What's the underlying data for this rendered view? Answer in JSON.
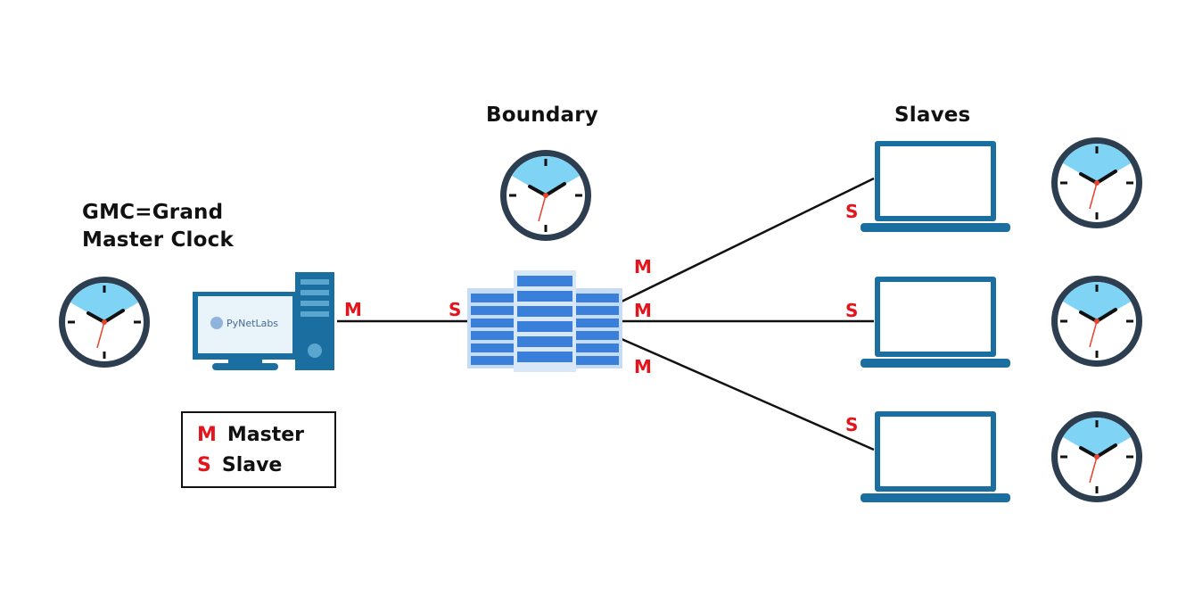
{
  "labels": {
    "gmc_line1": "GMC=Grand",
    "gmc_line2": "Master Clock",
    "boundary": "Boundary",
    "slaves": "Slaves",
    "computer_brand": "PyNetLabs"
  },
  "ports": {
    "master": "M",
    "slave": "S"
  },
  "legend": [
    {
      "key": "M",
      "label": "Master"
    },
    {
      "key": "S",
      "label": "Slave"
    }
  ],
  "colors": {
    "device_blue": "#1a6fa0",
    "clock_rim": "#2d3e50",
    "clock_wedge": "#7fd4f5",
    "port_red": "#e3141b",
    "server_blue": "#3a7fd9"
  }
}
